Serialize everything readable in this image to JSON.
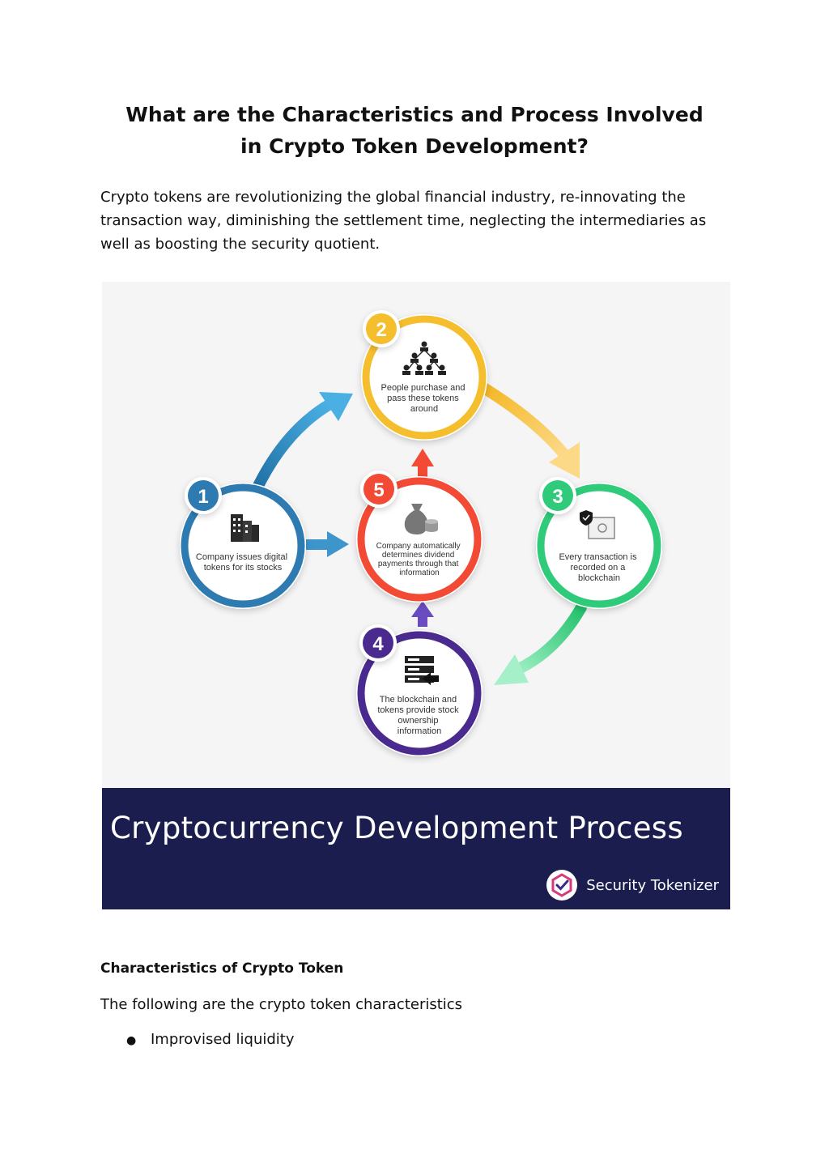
{
  "document": {
    "title": "What are the Characteristics and Process Involved in Crypto Token Development?",
    "intro": "Crypto tokens are revolutionizing the global financial industry, re-innovating the transaction way, diminishing the settlement time, neglecting the intermediaries as well as boosting the security quotient.",
    "section_heading": "Characteristics of Crypto Token",
    "section_lead": "The following are the crypto token characteristics",
    "bullets": [
      "Improvised liquidity"
    ]
  },
  "figure": {
    "banner_title": "Cryptocurrency Development Process",
    "brand_name": "Security Tokenizer",
    "steps": [
      {
        "number": "1",
        "lines": [
          "Company issues digital",
          "tokens for its stocks"
        ],
        "color": "#2e7bb1",
        "icon": "office-building-icon"
      },
      {
        "number": "2",
        "lines": [
          "People purchase and",
          "pass these tokens",
          "around"
        ],
        "color": "#f5be2c",
        "icon": "people-network-icon"
      },
      {
        "number": "3",
        "lines": [
          "Every transaction is",
          "recorded on a",
          "blockchain"
        ],
        "color": "#2fcb7a",
        "icon": "secure-safe-icon"
      },
      {
        "number": "4",
        "lines": [
          "The blockchain and",
          "tokens provide stock",
          "ownership",
          "information"
        ],
        "color": "#4a2a8e",
        "icon": "server-arrow-icon"
      },
      {
        "number": "5",
        "lines": [
          "Company automatically",
          "determines dividend",
          "payments through that",
          "information"
        ],
        "color": "#f24a35",
        "icon": "money-bag-coins-icon"
      }
    ],
    "colors": {
      "banner": "#1a1d4e",
      "diagram_background": "#f5f5f6"
    }
  }
}
